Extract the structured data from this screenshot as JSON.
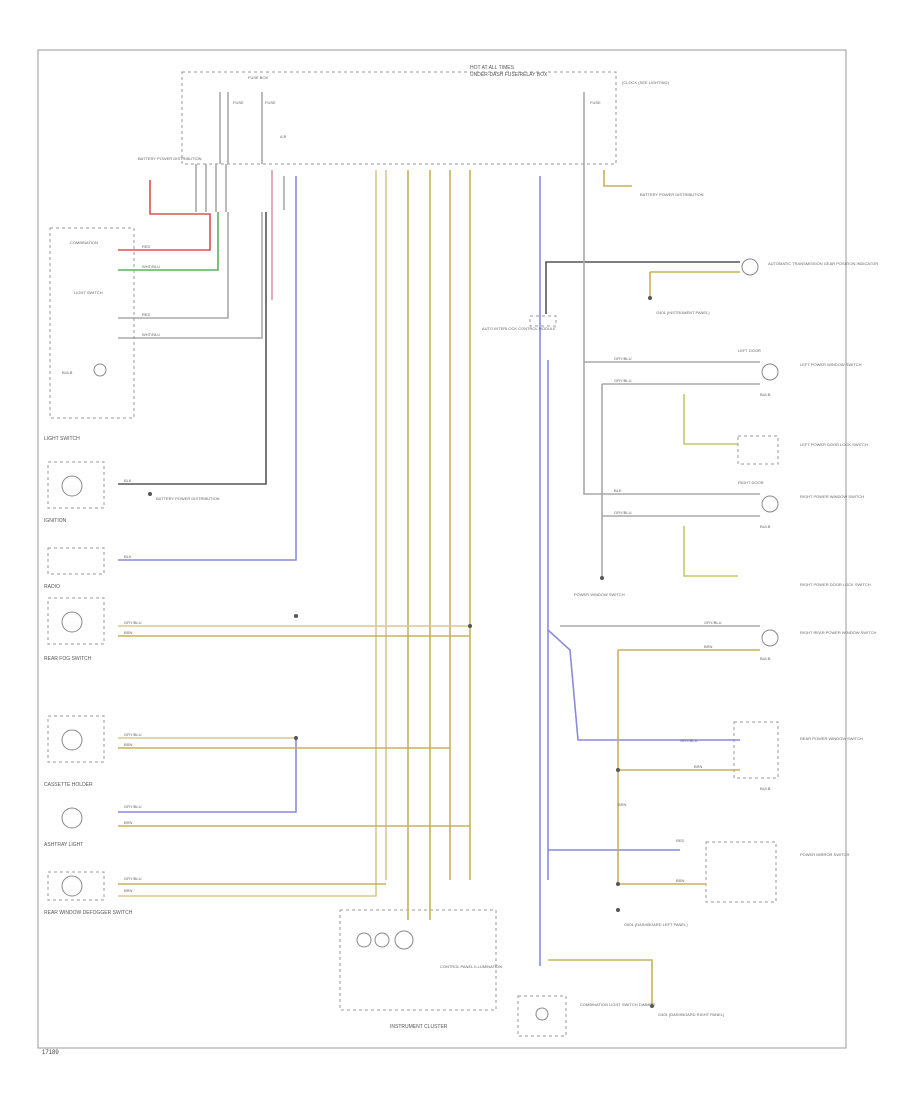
{
  "diagram": {
    "figure_id": "17189",
    "fuse_box": {
      "title": "HOT AT ALL TIMES",
      "name": "UNDER-DASH FUSE/RELAY BOX",
      "inner_label": "FUSE BOX",
      "fuse_left": "FUSE",
      "fuse_mid": "FUSE",
      "fuse_right": "FUSE",
      "right_note": "(CLOCK (SEE LIGHTING)",
      "pins": "A  B"
    },
    "battery_ref_left": "BATTERY POWER DISTRIBUTION",
    "battery_ref_right": "BATTERY POWER DISTRIBUTION",
    "light_switch": {
      "label": "LIGHT SWITCH",
      "inner": "LIGHT SWITCH",
      "combo": "COMBINATION",
      "wire_a": "RED",
      "wire_b": "WHT/BLU",
      "wire_c": "RED",
      "wire_d": "WHT/BLU",
      "bulb": "BULB"
    },
    "ignition": {
      "label": "IGNITION",
      "wire": "BLK",
      "ref": "BATTERY POWER DISTRIBUTION"
    },
    "radio": {
      "label": "RADIO",
      "wire": "BLK"
    },
    "rear_fog": {
      "label": "REAR FOG SWITCH",
      "wire_a": "GRY/BLU",
      "wire_b": "BRN"
    },
    "cassette": {
      "label": "CASSETTE HOLDER",
      "wire_a": "GRY/BLU",
      "wire_b": "BRN"
    },
    "ashtray": {
      "label": "ASHTRAY LIGHT",
      "wire_a": "GRY/BLU",
      "wire_b": "BRN"
    },
    "rear_window": {
      "label": "REAR WINDOW DEFOGGER SWITCH",
      "wire_a": "GRY/BLU",
      "wire_b": "BRN"
    },
    "instrument": {
      "label": "INSTRUMENT CLUSTER",
      "inner": "CONTROL PANEL ILLUMINATION"
    },
    "center_splice": "AUTO INTERLOCK CONTROL MODULE",
    "right_side": {
      "dimmer": "AUTOMATIC TRANSMISSION GEAR POSITION INDICATOR",
      "ground_top": "G401 (INSTRUMENT PANEL)",
      "left_door": "LEFT POWER WINDOW SWITCH",
      "left_door_sub": "LEFT DOOR",
      "master": "LEFT POWER DOOR LOCK SWITCH",
      "right_door": "RIGHT POWER WINDOW SWITCH",
      "right_door_sub": "RIGHT DOOR",
      "power_window": "POWER WINDOW SWITCH",
      "right_lock": "RIGHT POWER DOOR LOCK SWITCH",
      "rear_left": "RIGHT REAR POWER WINDOW SWITCH",
      "rear_right": "REAR POWER WINDOW SWITCH",
      "rear_mirror": "POWER MIRROR SWITCH",
      "ground_bottom": "G501 (DASHBOARD LEFT PANEL)",
      "ground_final": "G401 (DASHBOARD RIGHT PANEL)",
      "component": "COMBINATION LIGHT SWITCH DIMMER",
      "bulb_a": "BULB",
      "bulb_b": "BULB",
      "bulb_c": "BULB",
      "bulb_d": "BULB",
      "w1": "GRY/BLU",
      "w2": "GRY/BLU",
      "w3": "BLK",
      "w4": "GRY/BLU",
      "w5": "BRN",
      "w6": "GRY/BLU",
      "w7": "BRN",
      "w8": "BRN",
      "w9": "RED",
      "w10": "BRN"
    }
  },
  "colors": {
    "tan": "#d8c98d",
    "gold": "#c9b15a",
    "blue": "#8a8ae0",
    "red": "#e05050",
    "green": "#55b555",
    "grey": "#a8a8a8",
    "dark": "#555555"
  }
}
